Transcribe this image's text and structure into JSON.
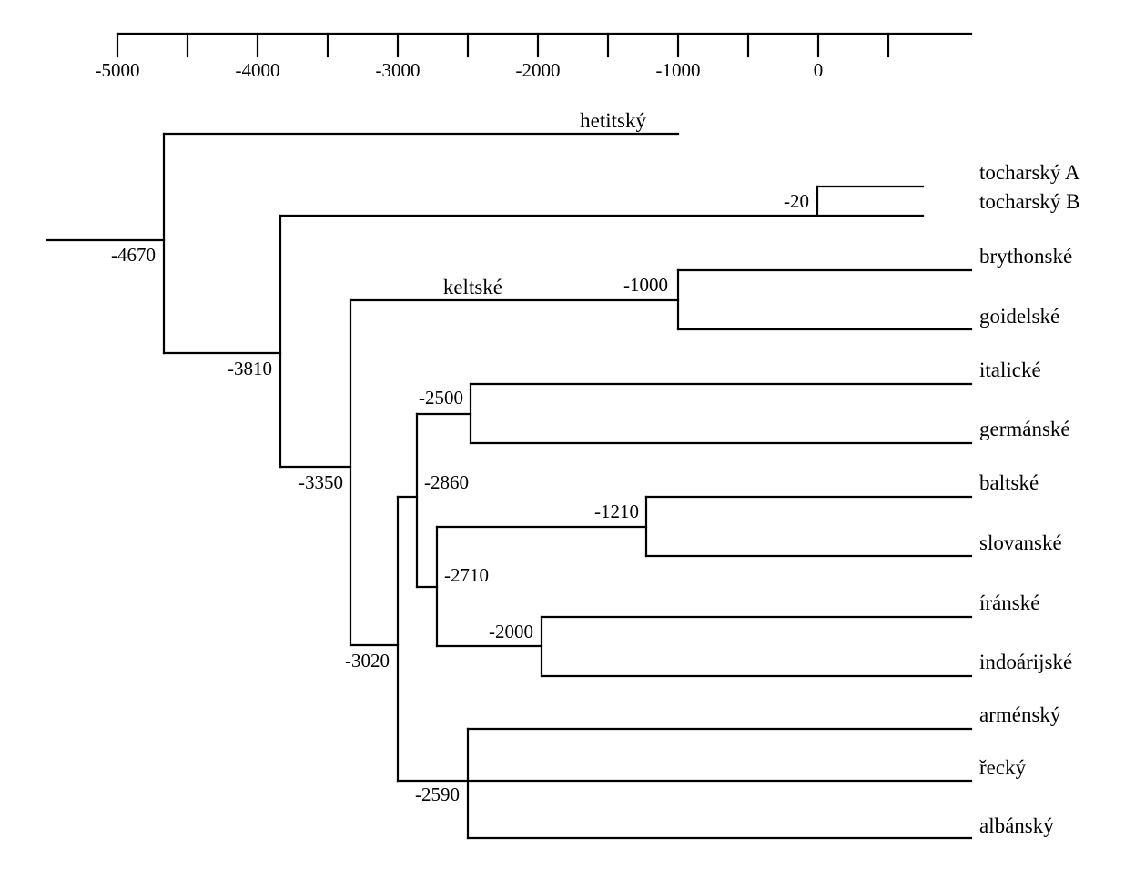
{
  "axis": {
    "ticks": [
      "-5000",
      "-4000",
      "-3000",
      "-2000",
      "-1000",
      "0"
    ]
  },
  "branch_labels": {
    "hittite": "hetitský",
    "celtic": "keltské"
  },
  "nodes": {
    "n4670": "-4670",
    "n3810": "-3810",
    "n3350": "-3350",
    "n3020": "-3020",
    "n2860": "-2860",
    "n2710": "-2710",
    "n2500": "-2500",
    "n2590": "-2590",
    "n2000": "-2000",
    "n1210": "-1210",
    "n1000": "-1000",
    "n20": "-20"
  },
  "leaves": {
    "tocharian_a": "tocharský A",
    "tocharian_b": "tocharský B",
    "brythonic": "brythonské",
    "goidelic": "goidelské",
    "italic": "italické",
    "germanic": "germánské",
    "baltic": "baltské",
    "slavic": "slovanské",
    "iranian": "íránské",
    "indoaryan": "indoárijské",
    "armenian": "arménský",
    "greek": "řecký",
    "albanian": "albánský"
  }
}
